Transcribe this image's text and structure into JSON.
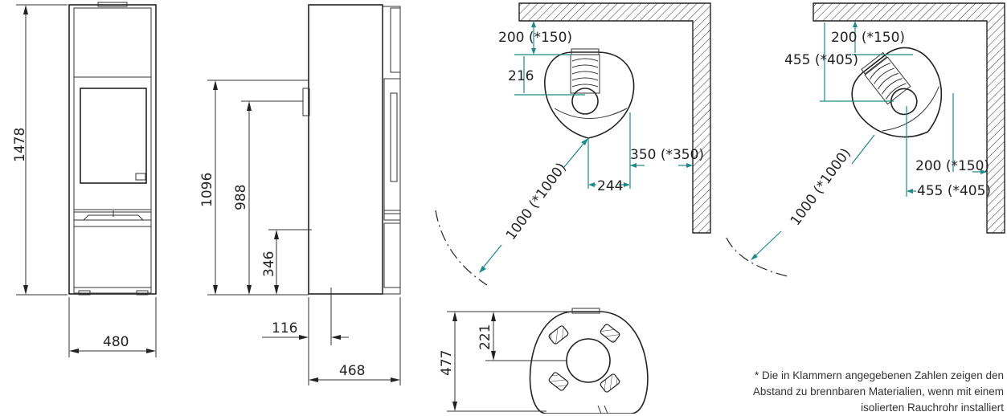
{
  "front_view": {
    "height_label": "1478",
    "width_label": "480"
  },
  "side_view": {
    "height_1096": "1096",
    "height_988": "988",
    "height_346": "346",
    "offset_116": "116",
    "depth_468": "468"
  },
  "corner_plan_left": {
    "rear_clearance": "200 (*150)",
    "offset_216": "216",
    "side_clearance": "350 (*350)",
    "offset_244": "244",
    "front_clearance": "1000 (*1000)"
  },
  "corner_plan_right": {
    "rear_clearance": "200 (*150)",
    "offset_455": "455 (*405)",
    "side_clearance": "200 (*150)",
    "side_offset": "455 (*405)",
    "front_clearance": "1000 (*1000)"
  },
  "top_view": {
    "offset_221": "221",
    "depth_477": "477"
  },
  "footnote": {
    "line1": "* Die in Klammern angegebenen Zahlen zeigen den",
    "line2": "Abstand zu brennbaren Materialien, wenn mit einem",
    "line3": "isolierten Rauchrohr installiert"
  },
  "colors": {
    "line": "#222222",
    "dimension_teal": "#1f8a88"
  }
}
